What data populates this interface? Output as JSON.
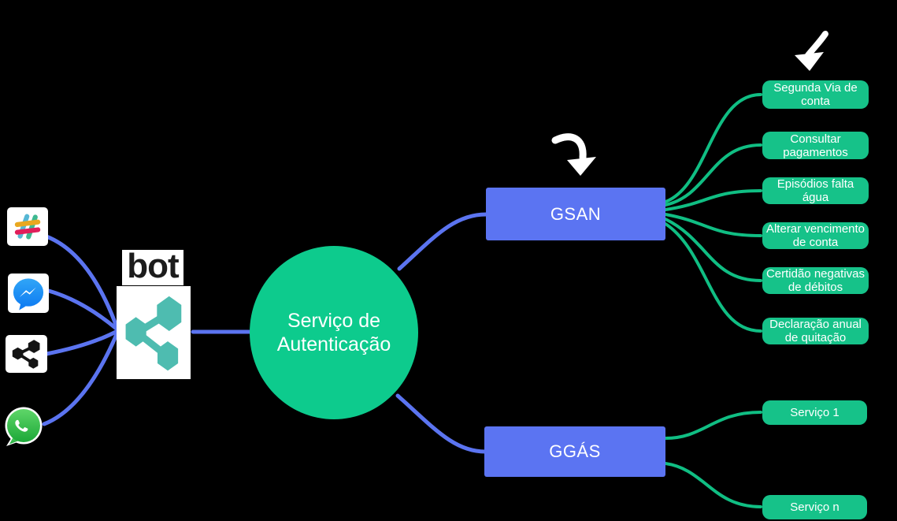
{
  "diagram": {
    "title": "Bot service architecture diagram",
    "bot_label": "bot",
    "auth_service": "Serviço de Autenticação",
    "systems": {
      "gsan": "GSAN",
      "ggas": "GGÁS"
    },
    "gsan_services": [
      "Segunda Via de conta",
      "Consultar pagamentos",
      "Episódios falta água",
      "Alterar vencimento de conta",
      "Certidão negativas de débitos",
      "Declaração anual de quitação"
    ],
    "ggas_services": [
      "Serviço 1",
      "Serviço n"
    ],
    "channels": [
      "slack",
      "facebook-messenger",
      "bot-connector",
      "whatsapp"
    ],
    "colors": {
      "background": "#000000",
      "auth_circle_green": "#0dcb8d",
      "pill_green": "#16c289",
      "line_green": "#10be83",
      "system_box_blue": "#5b74f2",
      "line_blue": "#5b74f0",
      "bot_icon_teal": "#4ebcb0",
      "arrow_white": "#ffffff"
    }
  }
}
